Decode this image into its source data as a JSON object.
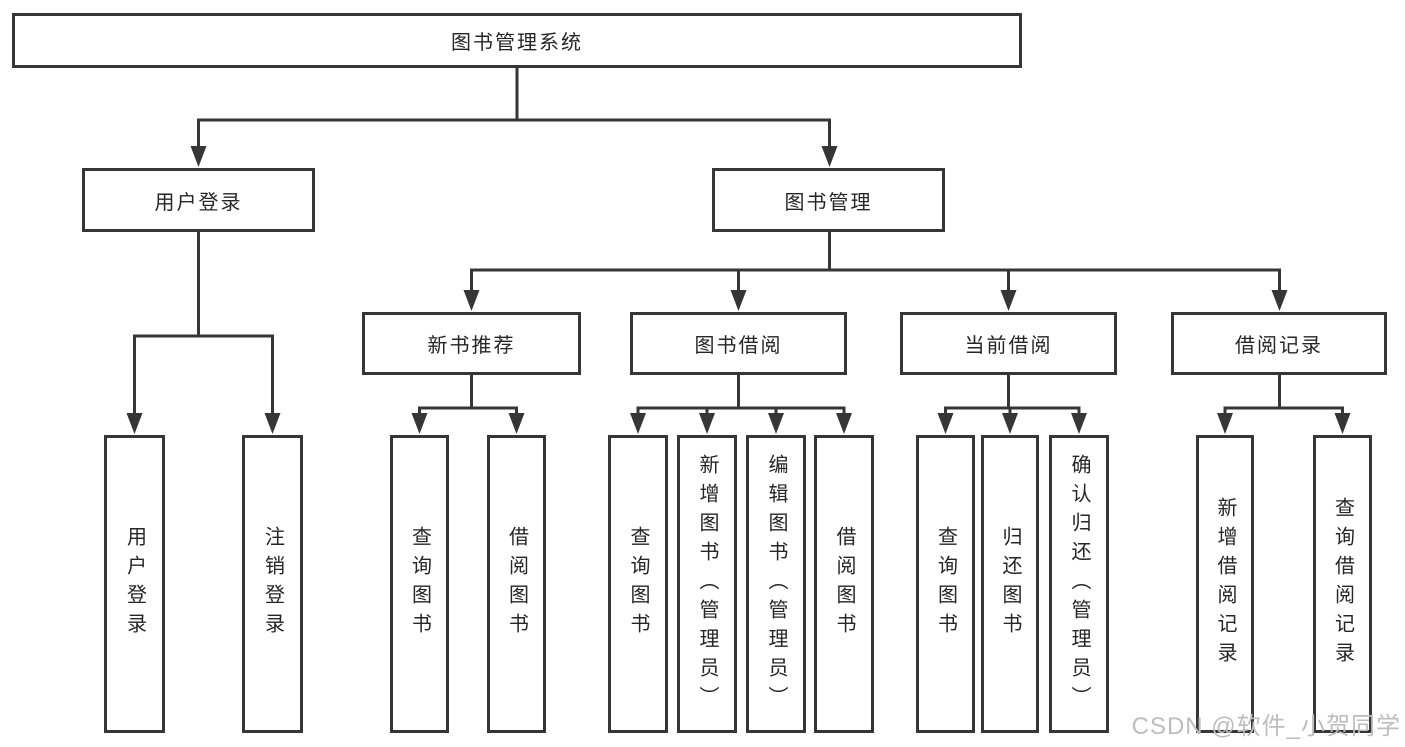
{
  "tree": {
    "root": {
      "label": "图书管理系统"
    },
    "branches": [
      {
        "label": "用户登录",
        "children": [
          {
            "label": "用户登录"
          },
          {
            "label": "注销登录"
          }
        ]
      },
      {
        "label": "图书管理",
        "children": [
          {
            "label": "新书推荐",
            "children": [
              {
                "label": "查询图书"
              },
              {
                "label": "借阅图书"
              }
            ]
          },
          {
            "label": "图书借阅",
            "children": [
              {
                "label": "查询图书"
              },
              {
                "label": "新增图书（管理员）"
              },
              {
                "label": "编辑图书（管理员）"
              },
              {
                "label": "借阅图书"
              }
            ]
          },
          {
            "label": "当前借阅",
            "children": [
              {
                "label": "查询图书"
              },
              {
                "label": "归还图书"
              },
              {
                "label": "确认归还（管理员）"
              }
            ]
          },
          {
            "label": "借阅记录",
            "children": [
              {
                "label": "新增借阅记录"
              },
              {
                "label": "查询借阅记录"
              }
            ]
          }
        ]
      }
    ]
  },
  "watermark": {
    "text": "CSDN @软件_小贺同学"
  },
  "colors": {
    "line": "#363636",
    "text": "#262626",
    "watermark": "#bdbdbd",
    "background": "#ffffff"
  }
}
